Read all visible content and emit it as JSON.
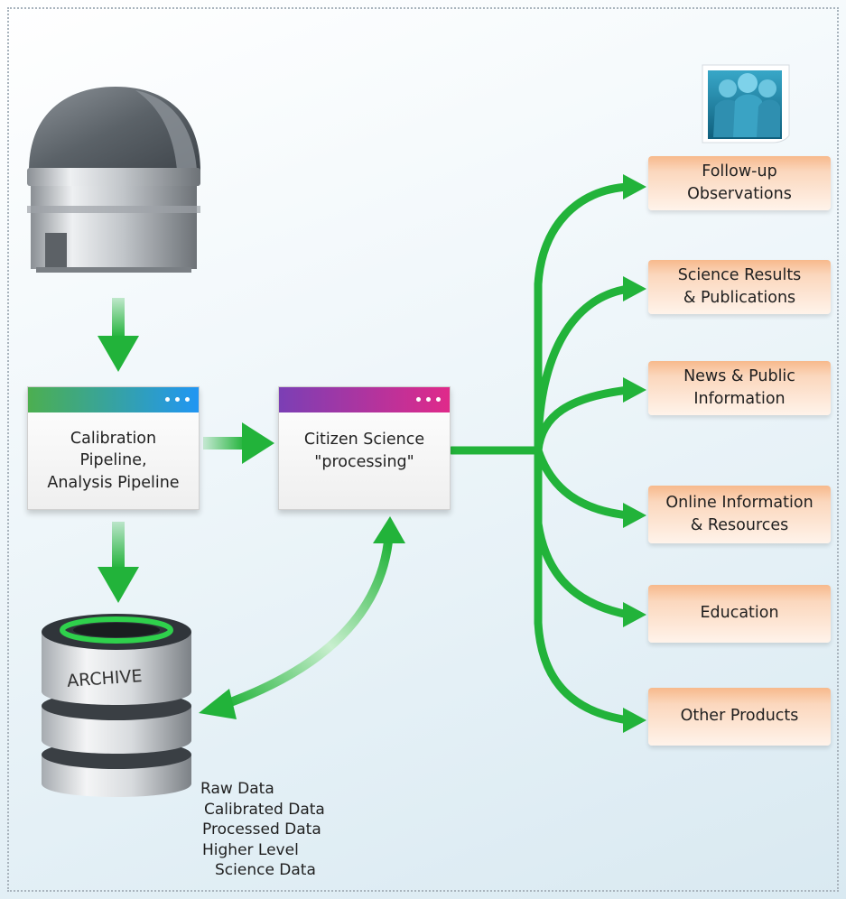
{
  "boxes": {
    "pipeline": "Calibration\nPipeline,\nAnalysis Pipeline",
    "citizen": "Citizen Science\n\"processing\""
  },
  "archive_label": "ARCHIVE",
  "archive_contents": [
    "Raw Data",
    "Calibrated Data",
    "Processed Data",
    "Higher Level",
    "Science Data"
  ],
  "outputs": [
    "Follow-up\nObservations",
    "Science Results\n& Publications",
    "News & Public\nInformation",
    "Online Information\n& Resources",
    "Education",
    "Other Products"
  ],
  "colors": {
    "arrow": "#22b33a",
    "pipeline_bar": [
      "#4caf50",
      "#2196f3"
    ],
    "citizen_bar": [
      "#7b3fb5",
      "#e02a8a"
    ],
    "output_fill": "#f7b98c"
  },
  "icons": [
    "observatory-dome-icon",
    "archive-database-icon",
    "people-group-icon"
  ]
}
